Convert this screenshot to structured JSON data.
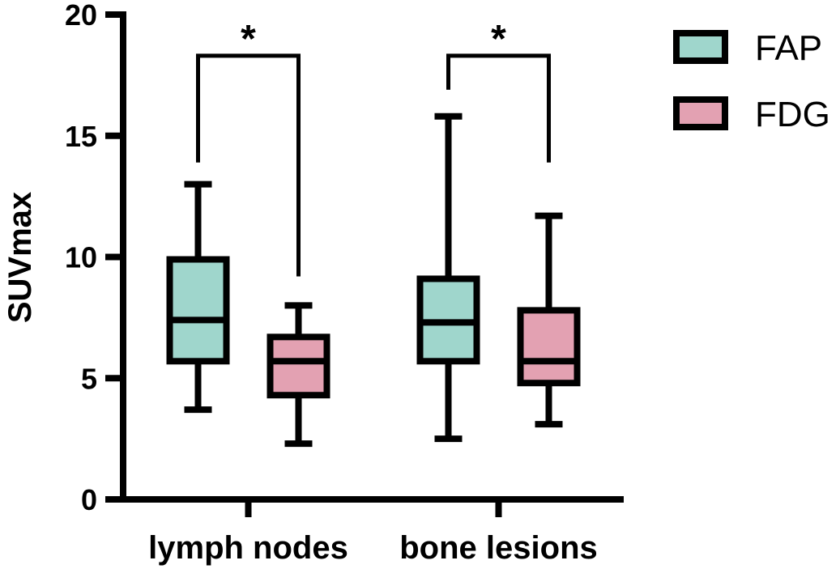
{
  "chart_data": {
    "type": "box",
    "ylabel": "SUVmax",
    "xlabel": "",
    "ylim": [
      0,
      20
    ],
    "yticks": [
      0,
      5,
      10,
      15,
      20
    ],
    "categories": [
      "lymph nodes",
      "bone lesions"
    ],
    "legend_position": "top-right",
    "series": [
      {
        "name": "FAP",
        "color": "#9fd6cc",
        "boxes": [
          {
            "min": 3.7,
            "q1": 5.7,
            "median": 7.4,
            "q3": 9.9,
            "max": 13.0
          },
          {
            "min": 2.5,
            "q1": 5.7,
            "median": 7.3,
            "q3": 9.1,
            "max": 15.8
          }
        ]
      },
      {
        "name": "FDG",
        "color": "#e3a1b2",
        "boxes": [
          {
            "min": 2.3,
            "q1": 4.3,
            "median": 5.7,
            "q3": 6.7,
            "max": 8.0
          },
          {
            "min": 3.1,
            "q1": 4.8,
            "median": 5.7,
            "q3": 7.8,
            "max": 11.7
          }
        ]
      }
    ],
    "significance": [
      {
        "category": "lymph nodes",
        "label": "*",
        "bracket_y": 18.3,
        "left_end": 13.9,
        "right_end": 9.2
      },
      {
        "category": "bone lesions",
        "label": "*",
        "bracket_y": 18.3,
        "left_end": 16.9,
        "right_end": 13.9
      }
    ]
  }
}
